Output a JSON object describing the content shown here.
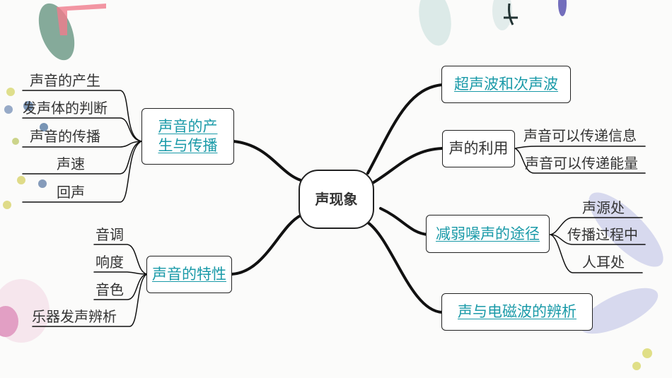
{
  "diagram": {
    "type": "mind-map",
    "center": {
      "label": "声现象"
    },
    "colors": {
      "link_text": "#1a9aa8",
      "plain_text": "#333333",
      "line": "#111111",
      "background": "#fbfbfa"
    },
    "left_branches": [
      {
        "label": "声音的产生与传播",
        "label_line1": "声音的产",
        "label_line2": "生与传播",
        "is_link": true,
        "children": [
          "声音的产生",
          "发声体的判断",
          "声音的传播",
          "声速",
          "回声"
        ]
      },
      {
        "label": "声音的特性",
        "is_link": true,
        "children": [
          "音调",
          "响度",
          "音色",
          "乐器发声辨析"
        ]
      }
    ],
    "right_branches": [
      {
        "label": "超声波和次声波",
        "is_link": true,
        "children": []
      },
      {
        "label": "声的利用",
        "is_link": false,
        "children": [
          "声音可以传递信息",
          "声音可以传递能量"
        ]
      },
      {
        "label": "减弱噪声的途径",
        "is_link": true,
        "children": [
          "声源处",
          "传播过程中",
          "人耳处"
        ]
      },
      {
        "label": "声与电磁波的辨析",
        "is_link": true,
        "children": []
      }
    ]
  }
}
